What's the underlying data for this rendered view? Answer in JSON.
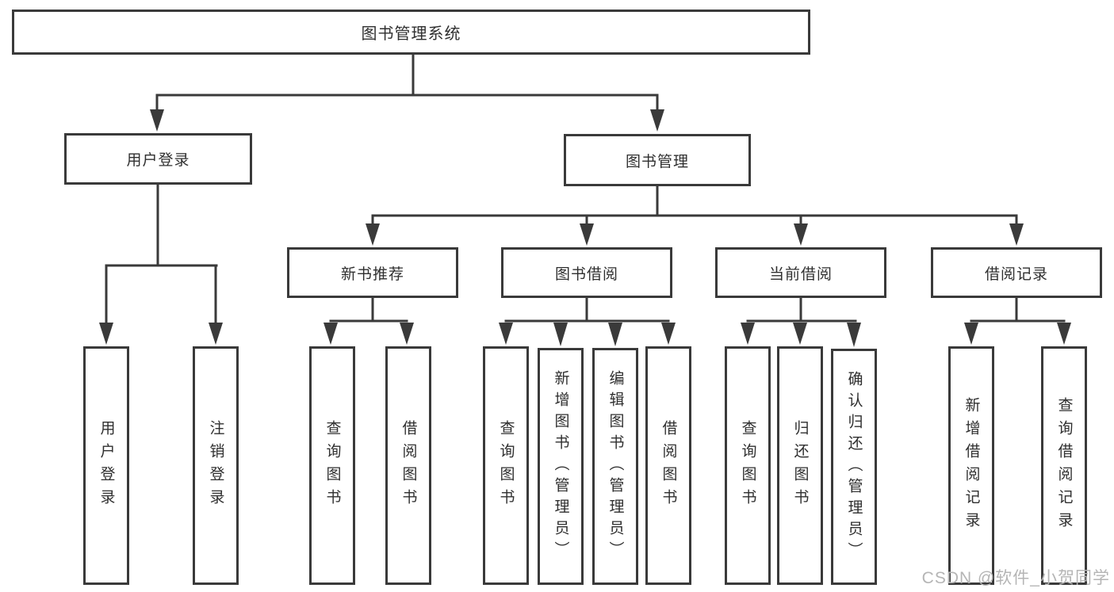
{
  "diagram": {
    "root": {
      "label": "图书管理系统"
    },
    "level2": {
      "user_login": {
        "label": "用户登录"
      },
      "book_management": {
        "label": "图书管理"
      }
    },
    "level3": {
      "new_book_recommend": {
        "label": "新书推荐"
      },
      "book_borrowing": {
        "label": "图书借阅"
      },
      "current_borrowing": {
        "label": "当前借阅"
      },
      "borrowing_records": {
        "label": "借阅记录"
      }
    },
    "leaves": {
      "user_login_login": {
        "label": "用户登录"
      },
      "user_login_logout": {
        "label": "注销登录"
      },
      "recommend_query_books": {
        "label": "查询图书"
      },
      "recommend_borrow_books": {
        "label": "借阅图书"
      },
      "borrowing_query_books": {
        "label": "查询图书"
      },
      "borrowing_add_books": {
        "label": "新增图书（管理员）"
      },
      "borrowing_edit_books": {
        "label": "编辑图书（管理员）"
      },
      "borrowing_borrow_books": {
        "label": "借阅图书"
      },
      "current_query_books": {
        "label": "查询图书"
      },
      "current_return_books": {
        "label": "归还图书"
      },
      "current_confirm_return": {
        "label": "确认归还（管理员）"
      },
      "records_add_record": {
        "label": "新增借阅记录"
      },
      "records_query_record": {
        "label": "查询借阅记录"
      }
    }
  },
  "watermark": {
    "text": "CSDN @软件_小贺同学"
  },
  "colors": {
    "line": "#3a3a3a",
    "box_border": "#3a3a3a",
    "text": "#2f2f2f",
    "background": "#ffffff",
    "watermark": "#b5b5b5"
  }
}
